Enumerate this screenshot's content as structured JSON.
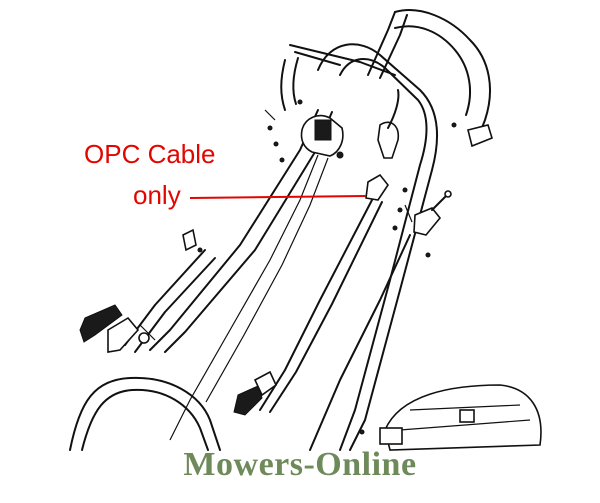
{
  "callout": {
    "line1": "OPC Cable",
    "line2": "only",
    "color": "#e10600"
  },
  "watermark": {
    "text": "Mowers-Online",
    "color": "#6f8a5a"
  }
}
